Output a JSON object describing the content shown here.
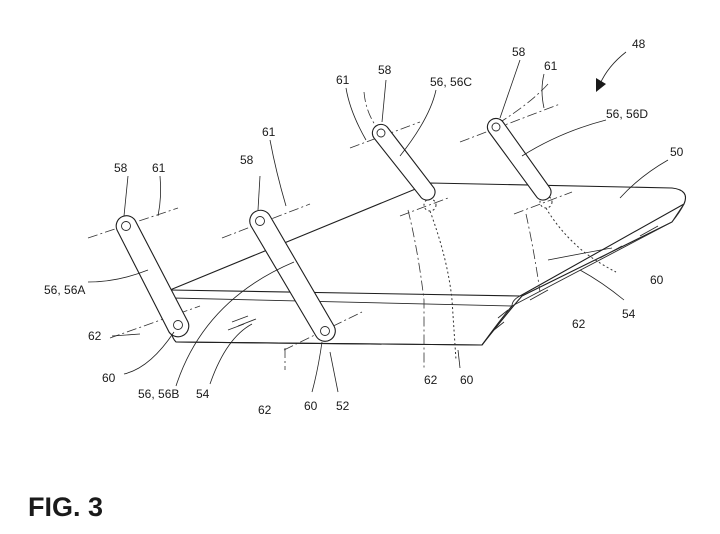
{
  "figure": {
    "caption": "FIG. 3",
    "labels": {
      "ref_48": "48",
      "ref_50": "50",
      "ref_52": "52",
      "ref_54_front": "54",
      "ref_54_right": "54",
      "link_a": "56, 56A",
      "link_b": "56, 56B",
      "link_c": "56, 56C",
      "link_d": "56, 56D",
      "ref_58_a": "58",
      "ref_58_b": "58",
      "ref_58_c": "58",
      "ref_58_d": "58",
      "ref_60_a": "60",
      "ref_60_b": "60",
      "ref_60_c": "60",
      "ref_60_d": "60",
      "ref_61_a": "61",
      "ref_61_b": "61",
      "ref_61_c": "61",
      "ref_61_d": "61",
      "ref_62_a": "62",
      "ref_62_b": "62",
      "ref_62_c": "62",
      "ref_62_d": "62"
    }
  }
}
